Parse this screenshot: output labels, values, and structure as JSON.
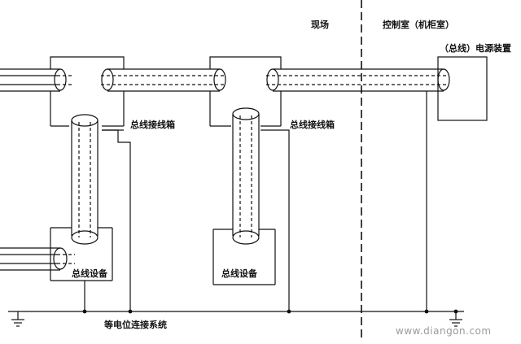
{
  "labels": {
    "field": "现场",
    "control_room": "控制室（机柜室）",
    "power_supply": "（总线）电源装置",
    "junction_box_1": "总线接线箱",
    "junction_box_2": "总线接线箱",
    "bus_device_1": "总线设备",
    "bus_device_2": "总线设备",
    "equipotential": "等电位连接系统"
  },
  "watermark": "www.diangon.com",
  "colors": {
    "line": "#111111",
    "background": "#ffffff",
    "watermark": "#9a9a9a"
  }
}
